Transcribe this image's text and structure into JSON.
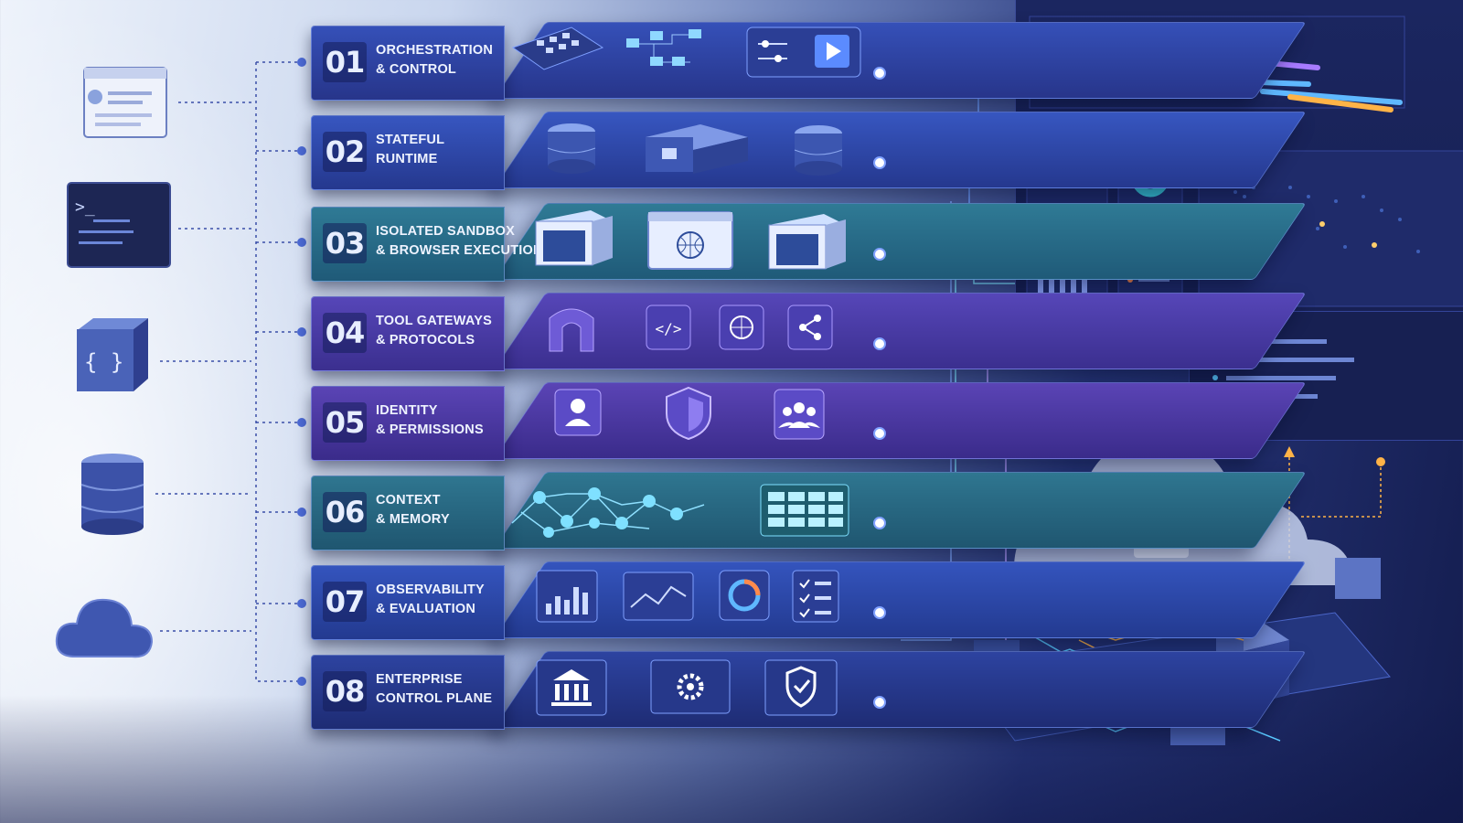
{
  "layers": [
    {
      "num": "01",
      "line1": "ORCHESTRATION",
      "line2": "& CONTROL",
      "color": "#27358a",
      "accent": "#3550b8"
    },
    {
      "num": "02",
      "line1": "STATEFUL",
      "line2": "RUNTIME",
      "color": "#25388e",
      "accent": "#3756c0"
    },
    {
      "num": "03",
      "line1": "ISOLATED SANDBOX",
      "line2": "& BROWSER EXECUTION",
      "color": "#1f5a78",
      "accent": "#2f7a95"
    },
    {
      "num": "04",
      "line1": "TOOL GATEWAYS",
      "line2": "& PROTOCOLS",
      "color": "#3b2f8f",
      "accent": "#5646b8"
    },
    {
      "num": "05",
      "line1": "IDENTITY",
      "line2": "& PERMISSIONS",
      "color": "#3a2b8a",
      "accent": "#5a44b5"
    },
    {
      "num": "06",
      "line1": "CONTEXT",
      "line2": "& MEMORY",
      "color": "#1f5670",
      "accent": "#2f7690"
    },
    {
      "num": "07",
      "line1": "OBSERVABILITY",
      "line2": "& EVALUATION",
      "color": "#233a90",
      "accent": "#3454bd"
    },
    {
      "num": "08",
      "line1": "ENTERPRISE",
      "line2": "CONTROL PLANE",
      "color": "#1e2c74",
      "accent": "#2d43a0"
    }
  ],
  "left_icons": [
    "browser-window-icon",
    "terminal-icon",
    "code-cube-icon",
    "database-icon",
    "cloud-icon"
  ],
  "layer_icons": {
    "01": [
      "control-panel-icon",
      "workflow-nodes-icon",
      "play-button-icon"
    ],
    "02": [
      "storage-icon",
      "runtime-box-icon",
      "storage-icon"
    ],
    "03": [
      "sandbox-box-icon",
      "globe-window-icon",
      "sandbox-box-icon"
    ],
    "04": [
      "gateway-arch-icon",
      "code-icon",
      "globe-icon",
      "share-nodes-icon"
    ],
    "05": [
      "user-icon",
      "shield-icon",
      "team-icon"
    ],
    "06": [
      "graph-network-icon",
      "memory-grid-icon"
    ],
    "07": [
      "bar-chart-icon",
      "line-chart-icon",
      "gauge-icon",
      "checklist-icon"
    ],
    "08": [
      "bank-icon",
      "gear-icon",
      "shield-check-icon"
    ]
  },
  "colors": {
    "accent_cyan": "#7fe0ff",
    "accent_orange": "#ffb347",
    "panel_bg": "#1b2660"
  }
}
